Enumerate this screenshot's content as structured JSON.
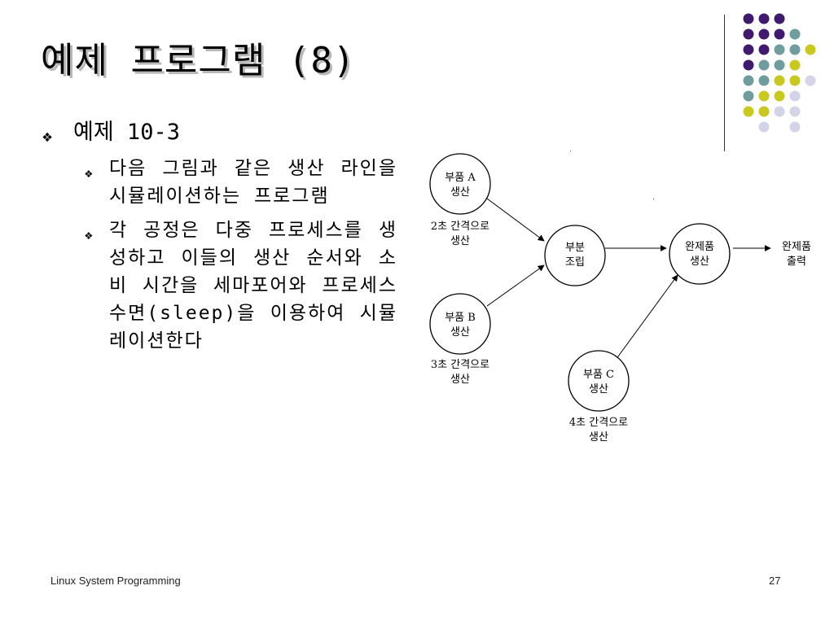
{
  "slide": {
    "title": "예제 프로그램 (8)",
    "level1": {
      "icon": "diamond-bullet-icon",
      "text": "예제 10-3"
    },
    "level2": [
      {
        "icon": "diamond-bullet-icon",
        "text": "다음 그림과 같은 생산 라인을 시뮬레이션하는 프로그램"
      },
      {
        "icon": "diamond-bullet-icon",
        "text": "각 공정은 다중 프로세스를 생성하고 이들의 생산 순서와 소비 시간을 세마포어와 프로세스 수면(sleep)을 이용하여 시뮬레이션한다"
      }
    ]
  },
  "diagram": {
    "nodes": {
      "part_a": {
        "line1": "부품 A",
        "line2": "생산"
      },
      "part_b": {
        "line1": "부품 B",
        "line2": "생산"
      },
      "part_c": {
        "line1": "부품 C",
        "line2": "생산"
      },
      "assembly": {
        "line1": "부분",
        "line2": "조립"
      },
      "finished": {
        "line1": "완제품",
        "line2": "생산"
      }
    },
    "captions": {
      "part_a": {
        "line1": "2초 간격으로",
        "line2": "생산"
      },
      "part_b": {
        "line1": "3초 간격으로",
        "line2": "생산"
      },
      "part_c": {
        "line1": "4초 간격으로",
        "line2": "생산"
      },
      "output": {
        "line1": "완제품",
        "line2": "출력"
      }
    }
  },
  "decor": {
    "dot_colors": {
      "purple": "#3f1a6e",
      "teal": "#6f9c9c",
      "yellow": "#c8c81e",
      "lavender": "#d4d4e8"
    }
  },
  "footer": {
    "left": "Linux System Programming",
    "page_number": "27"
  }
}
